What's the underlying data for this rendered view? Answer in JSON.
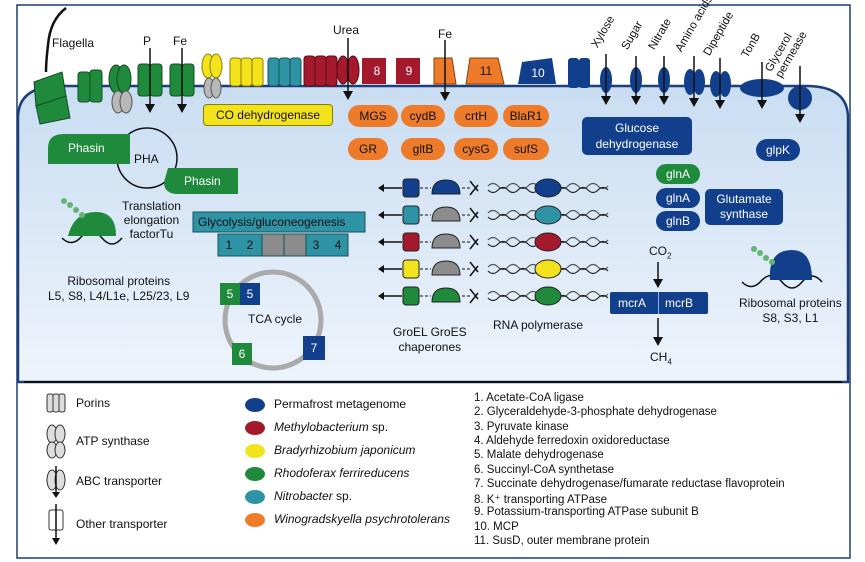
{
  "top_labels": {
    "flagella": "Flagella",
    "p": "P",
    "fe_left": "Fe",
    "urea": "Urea",
    "fe_mid": "Fe"
  },
  "rotated_labels": [
    "Xylose",
    "Sugar",
    "Nitrate",
    "Amino acids",
    "Dipeptide",
    "TonB",
    "Glycerol permease"
  ],
  "membrane_numbers": {
    "n8": "8",
    "n9": "9",
    "n11": "11",
    "n10": "10"
  },
  "co_dehydrogenase": "CO dehydrogenase",
  "orange_pills": [
    "MGS",
    "cydB",
    "crtH",
    "BlaR1",
    "GR",
    "gltB",
    "cysG",
    "sufS"
  ],
  "phasin_top": "Phasin",
  "phasin_bottom": "Phasin",
  "pha": "PHA",
  "translation": [
    "Translation",
    "elongation",
    "factorTu"
  ],
  "ribosomal_left": [
    "Ribosomal proteins",
    "L5, S8, L4/L1e, L25/23, L9"
  ],
  "glycolysis": "Glycolysis/gluconeogenesis",
  "glyco_cells": [
    "1",
    "2",
    "3",
    "4"
  ],
  "tca": {
    "label": "TCA cycle",
    "n5a": "5",
    "n5b": "5",
    "n6": "6",
    "n7": "7"
  },
  "groel": [
    "GroEL GroES",
    "chaperones"
  ],
  "rna_polymerase": "RNA polymerase",
  "glucose_dh": [
    "Glucose",
    "dehydrogenase"
  ],
  "glpk": "glpK",
  "gln": [
    "glnA",
    "glnA",
    "glnB"
  ],
  "glutamate": [
    "Glutamate",
    "synthase"
  ],
  "co2": "CO",
  "co2_sub": "2",
  "mcr": [
    "mcrA",
    "mcrB"
  ],
  "ch4": "CH",
  "ch4_sub": "4",
  "ribosomal_right": [
    "Ribosomal proteins",
    "S8, S3, L1"
  ],
  "legend_transport": [
    "Porins",
    "ATP synthase",
    "ABC transporter",
    "Other transporter"
  ],
  "legend_species": [
    {
      "label": "Permafrost metagenome",
      "color": "#123f8c",
      "italic": false
    },
    {
      "label": "Methylobacterium",
      "suffix": " sp.",
      "color": "#a5192d",
      "italic": true
    },
    {
      "label": "Bradyrhizobium japonicum",
      "color": "#f2e31c",
      "italic": true
    },
    {
      "label": "Rhodoferax ferrireducens",
      "color": "#1f8a3c",
      "italic": true
    },
    {
      "label": "Nitrobacter",
      "suffix": " sp.",
      "color": "#2f93a6",
      "italic": true
    },
    {
      "label": "Winogradskyella psychrotolerans",
      "color": "#ee7b2a",
      "italic": true
    }
  ],
  "numbered_list": [
    "1. Acetate-CoA ligase",
    "2. Glyceraldehyde-3-phosphate dehydrogenase",
    "3. Pyruvate kinase",
    "4. Aldehyde ferredoxin oxidoreductase",
    "5. Malate dehydrogenase",
    "6. Succinyl-CoA synthetase",
    "7. Succinate dehydrogenase/fumarate reductase flavoprotein",
    "8. K⁺ transporting ATPase",
    "9. Potassium-transporting ATPase subunit B",
    "10. MCP",
    "11. SusD, outer membrane protein"
  ],
  "colors": {
    "navy": "#123f8c",
    "red": "#a5192d",
    "yellow": "#f2e31c",
    "green": "#1f8a3c",
    "teal": "#2f93a6",
    "orange": "#ee7b2a",
    "grey": "#8c8c8c",
    "cell_bg": "#dbe8f7"
  }
}
